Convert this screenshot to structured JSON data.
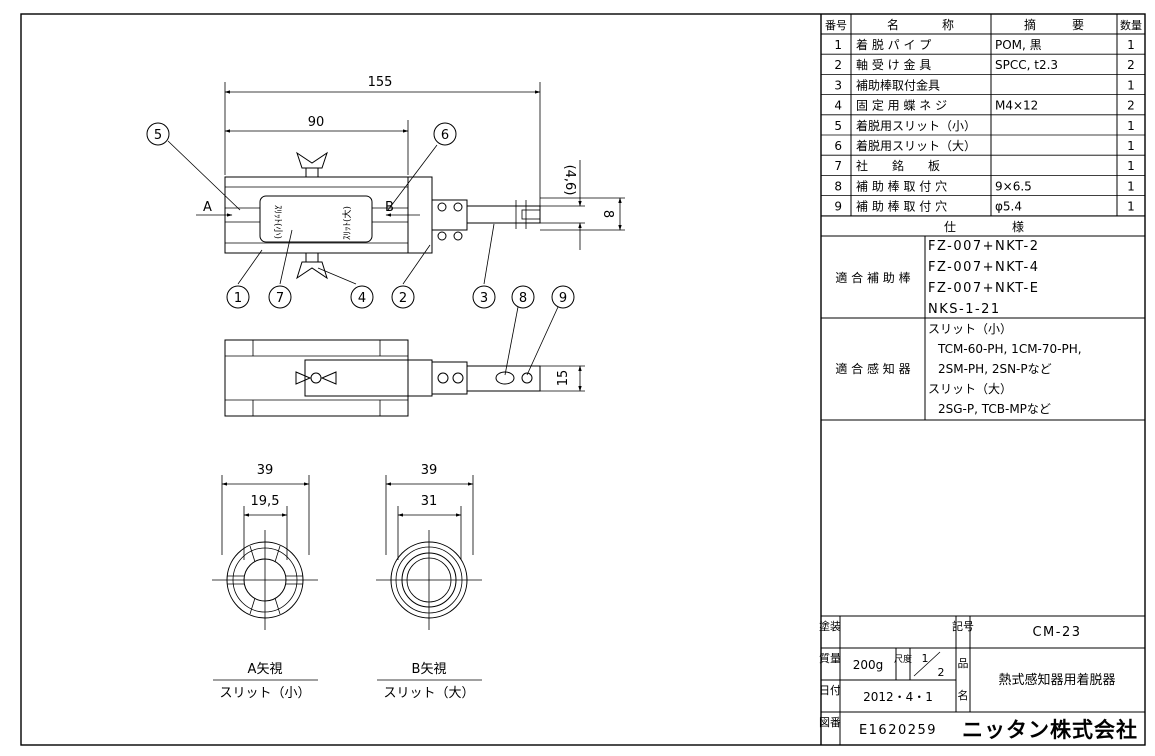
{
  "drawing": {
    "dims": {
      "overall": "155",
      "inner": "90",
      "slot_46": "(4,6)",
      "slot_8": "8",
      "height_15": "15",
      "a_outer": "39",
      "a_inner": "19,5",
      "b_outer": "39",
      "b_inner": "31"
    },
    "balloons": [
      "1",
      "2",
      "3",
      "4",
      "5",
      "6",
      "7",
      "8",
      "9"
    ],
    "view_letters": {
      "a": "A",
      "b": "B"
    },
    "views": {
      "a_title": "A矢視",
      "a_sub": "スリット（小）",
      "b_title": "B矢視",
      "b_sub": "スリット（大）"
    }
  },
  "parts_table": {
    "headers": {
      "no": "番号",
      "name_1": "名",
      "name_2": "称",
      "spec_1": "摘",
      "spec_2": "要",
      "qty": "数量"
    },
    "rows": [
      {
        "no": "1",
        "name": "着 脱 パ イ プ",
        "spec": "POM, 黒",
        "qty": "1"
      },
      {
        "no": "2",
        "name": "軸 受 け 金 具",
        "spec": "SPCC, t2.3",
        "qty": "2"
      },
      {
        "no": "3",
        "name": "補助棒取付金具",
        "spec": "",
        "qty": "1"
      },
      {
        "no": "4",
        "name": "固 定 用 蝶 ネ ジ",
        "spec": "M4×12",
        "qty": "2"
      },
      {
        "no": "5",
        "name": "着脱用スリット（小）",
        "spec": "",
        "qty": "1"
      },
      {
        "no": "6",
        "name": "着脱用スリット（大）",
        "spec": "",
        "qty": "1"
      },
      {
        "no": "7",
        "name": "社　　銘　　板",
        "spec": "",
        "qty": "1"
      },
      {
        "no": "8",
        "name": "補 助 棒 取 付 穴",
        "spec": "9×6.5",
        "qty": "1"
      },
      {
        "no": "9",
        "name": "補 助 棒 取 付 穴",
        "spec": "φ5.4",
        "qty": "1"
      }
    ]
  },
  "spec": {
    "header_1": "仕",
    "header_2": "様",
    "rod_label": "適 合 補 助 棒",
    "rods": [
      "FZ-007+NKT-2",
      "FZ-007+NKT-4",
      "FZ-007+NKT-E",
      "NKS-1-21"
    ],
    "detector_label": "適 合 感 知 器",
    "detectors": [
      "スリット（小）",
      "TCM-60-PH, 1CM-70-PH,",
      "2SM-PH, 2SN-Pなど",
      "スリット（大）",
      "2SG-P, TCB-MPなど"
    ]
  },
  "title_block": {
    "paint_label": "塗装",
    "symbol_label": "記号",
    "symbol_value": "CM-23",
    "weight_label": "質量",
    "weight_value": "200g",
    "scale_label": "尺度",
    "scale_num": "1",
    "scale_den": "2",
    "item_label": "品",
    "item_value": "熱式感知器用着脱器",
    "date_label": "日付",
    "date_value": "2012・4・1",
    "name_label": "名",
    "drawing_no_label": "図番",
    "drawing_no_value": "E1620259",
    "company": "ニッタン株式会社"
  }
}
